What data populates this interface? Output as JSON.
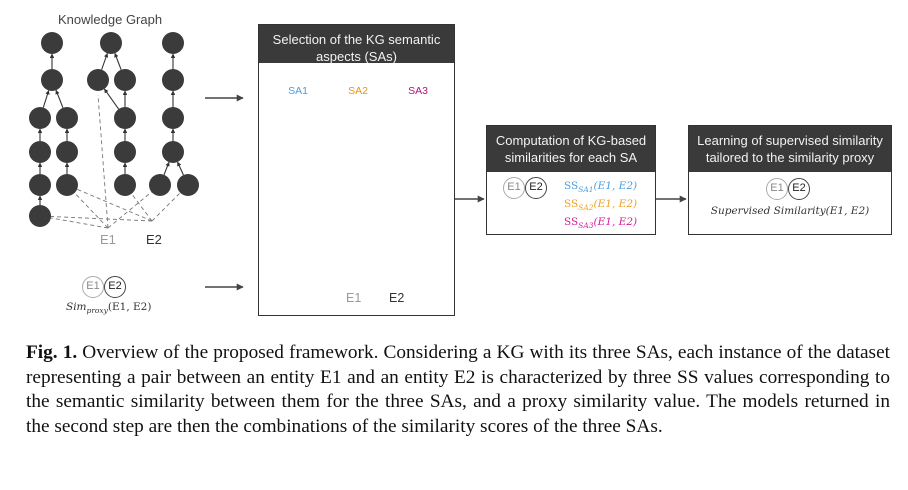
{
  "kg": {
    "title": "Knowledge Graph",
    "e1": "E1",
    "e2": "E2"
  },
  "proxy": {
    "e1": "E1",
    "e2": "E2",
    "formula_main": "Sim",
    "formula_sub": "proxy",
    "formula_args": "(E1, E2)"
  },
  "box1": {
    "title": "Selection of the KG semantic aspects (SAs)",
    "sa1": "SA1",
    "sa2": "SA2",
    "sa3": "SA3",
    "e1": "E1",
    "e2": "E2"
  },
  "box2": {
    "title": "Computation of KG-based similarities for each SA",
    "e1": "E1",
    "e2": "E2",
    "ss": [
      {
        "main": "SS",
        "sub": "SA1",
        "args": "(E1, E2)",
        "color": "#4a9ee0"
      },
      {
        "main": "SS",
        "sub": "SA2",
        "args": "(E1, E2)",
        "color": "#f0a020"
      },
      {
        "main": "SS",
        "sub": "SA3",
        "args": "(E1, E2)",
        "color": "#d81b9c"
      }
    ]
  },
  "box3": {
    "title": "Learning of supervised similarity tailored to the similarity proxy",
    "e1": "E1",
    "e2": "E2",
    "formula": "Supervised Similarity(E1, E2)"
  },
  "caption": {
    "label": "Fig. 1.",
    "text": "Overview of the proposed framework. Considering a KG with its three SAs, each instance of the dataset representing a pair between an entity E1 and an entity E2 is characterized by three SS values corresponding to the semantic similarity between them for the three SAs, and a proxy similarity value. The models returned in the second step are then the combinations of the similarity scores of the three SAs."
  },
  "colors": {
    "node_dark": "#3b3b3b",
    "sa1_fill": "#c6e0f7",
    "sa1_stroke": "#4a9ee0",
    "sa2_fill": "#fde0b0",
    "sa2_stroke": "#f0a020",
    "sa3_fill": "#f5b4e0",
    "sa3_stroke": "#d81b9c",
    "header": "#3a3a3a"
  }
}
